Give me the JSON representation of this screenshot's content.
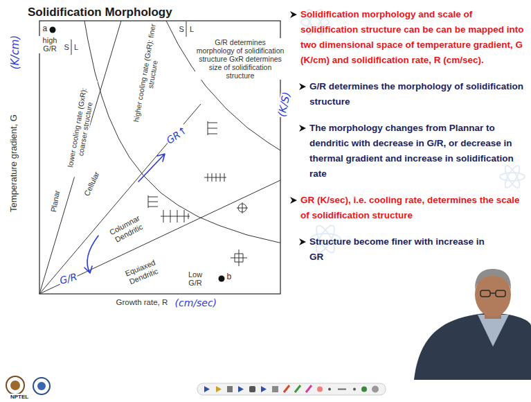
{
  "diagram": {
    "title": "Solidification Morphology",
    "labels": [
      "Temperature gradient, G",
      "(K/cm)",
      "a",
      "high G/R",
      "S",
      "L",
      "S",
      "L",
      "lower cooling rate (GxR): coarser structure",
      "higher cooling rate (GxR): finer structure",
      "G/R determines morphology of solidification structure GxR determines size of solidification structure",
      "(K/S)",
      "GR↑",
      "Planar",
      "Cellular",
      "Columnar Dendritic",
      "Equiaxed Dendritic",
      "G/R",
      "Low G/R",
      "b",
      "Growth rate, R",
      "(cm/sec)",
      "Solidification morphology and scale of solidification structure can be can be mapped into two dimensional space of temperature gradient, G (K/cm) and solidification rate, R (cm/sec).",
      "G/R determines the morphology of solidification structure",
      "The morphology changes from Plannar to dendritic with decrease in G/R, or decrease in thermal gradient and increase in solidification rate",
      "GR (K/sec), i.e. cooling rate, determines the scale of solidification structure",
      "Structure become finer with increase in GR",
      "NPTEL"
    ]
  }
}
